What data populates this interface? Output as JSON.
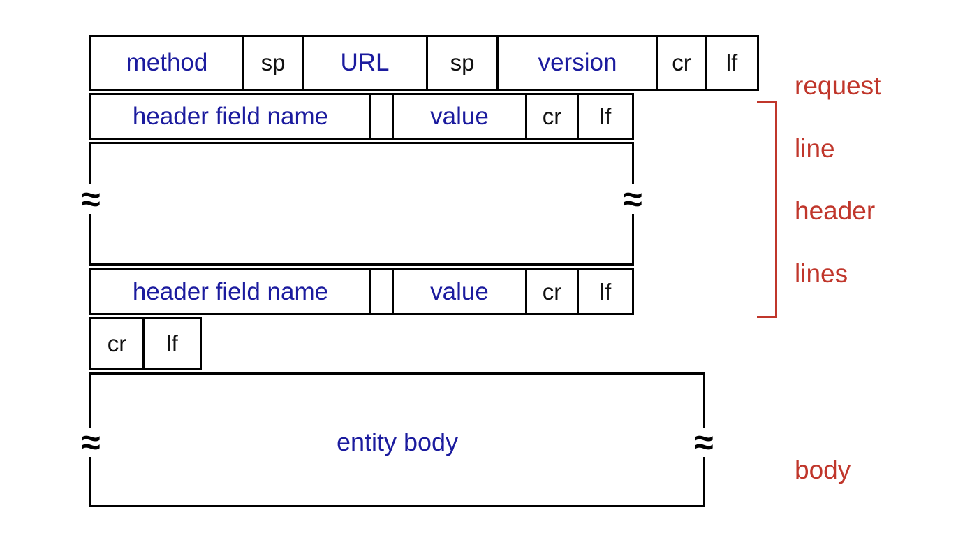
{
  "diagram": "http-request-message-format",
  "colors": {
    "field_text": "#1b1b9e",
    "token_text": "#111111",
    "annotation_text": "#c0362b",
    "line": "#000000",
    "background": "#ffffff"
  },
  "request_line": {
    "method": "method",
    "sp1": "sp",
    "url": "URL",
    "sp2": "sp",
    "version": "version",
    "cr": "cr",
    "lf": "lf"
  },
  "header_line_top": {
    "name": "header field name",
    "value": "value",
    "cr": "cr",
    "lf": "lf"
  },
  "header_line_bottom": {
    "name": "header field name",
    "value": "value",
    "cr": "cr",
    "lf": "lf"
  },
  "blank_line": {
    "cr": "cr",
    "lf": "lf"
  },
  "entity_body": {
    "label": "entity body"
  },
  "annotations": {
    "request_line": {
      "line1": "request",
      "line2": "line"
    },
    "header_lines": {
      "line1": "header",
      "line2": "lines"
    },
    "body": {
      "line1": "body"
    }
  },
  "break_mark_glyph": "≈"
}
